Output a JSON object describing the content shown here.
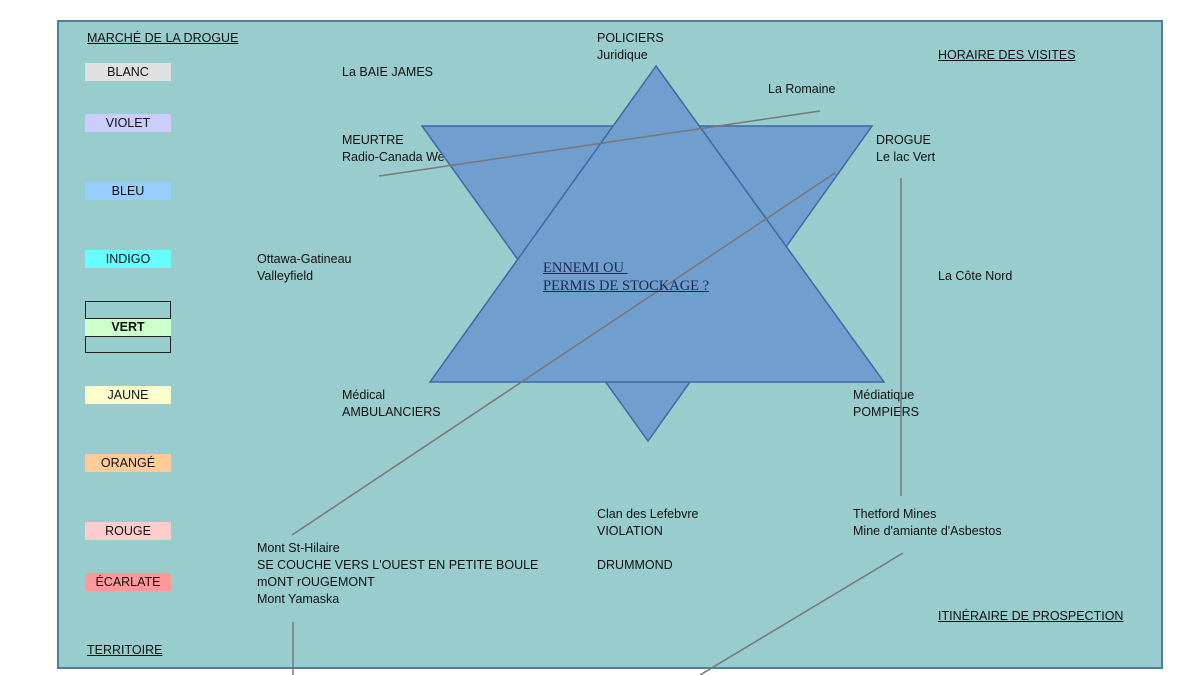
{
  "headings": {
    "market": "MARCHÉ DE LA DROGUE",
    "visits": "HORAIRE DES VISITES",
    "itinerary": "ITINÉRAIRE DE PROSPECTION",
    "territory": "TERRITOIRE"
  },
  "colors": [
    {
      "label": "BLANC",
      "color": "#e0e0e0"
    },
    {
      "label": "VIOLET",
      "color": "#ccccff"
    },
    {
      "label": "BLEU",
      "color": "#99ccff"
    },
    {
      "label": "INDIGO",
      "color": "#66ffff"
    },
    {
      "label": "VERT",
      "color": "#ccffcc"
    },
    {
      "label": "JAUNE",
      "color": "#ffffcc"
    },
    {
      "label": "ORANGÉ",
      "color": "#ffcc99"
    },
    {
      "label": "ROUGE",
      "color": "#ffcccc"
    },
    {
      "label": "ÉCARLATE",
      "color": "#ff9999"
    }
  ],
  "labels": {
    "policiers": "POLICIERS\nJuridique",
    "baie_james": "La BAIE JAMES",
    "romaine": "La Romaine",
    "meurtre": "MEURTRE\nRadio-Canada We",
    "drogue": "DROGUE\nLe lac Vert",
    "ottawa": "Ottawa-Gatineau\nValleyfield",
    "cote_nord": "La Côte Nord",
    "medical": "Médical\nAMBULANCIERS",
    "mediatique": "Médiatique\nPOMPIERS",
    "clan": "Clan des Lefebvre\nVIOLATION",
    "drummond": "DRUMMOND",
    "thetford": "Thetford Mines\nMine d'amiante d'Asbestos",
    "mont": "Mont St-Hilaire\nSE COUCHE VERS L'OUEST EN PETITE BOULE\nmONT rOUGEMONT\nMont Yamaska"
  },
  "center": "ENNEMI OU \nPERMIS DE STOCKAGE ?",
  "star_color": "#6f9ecf"
}
